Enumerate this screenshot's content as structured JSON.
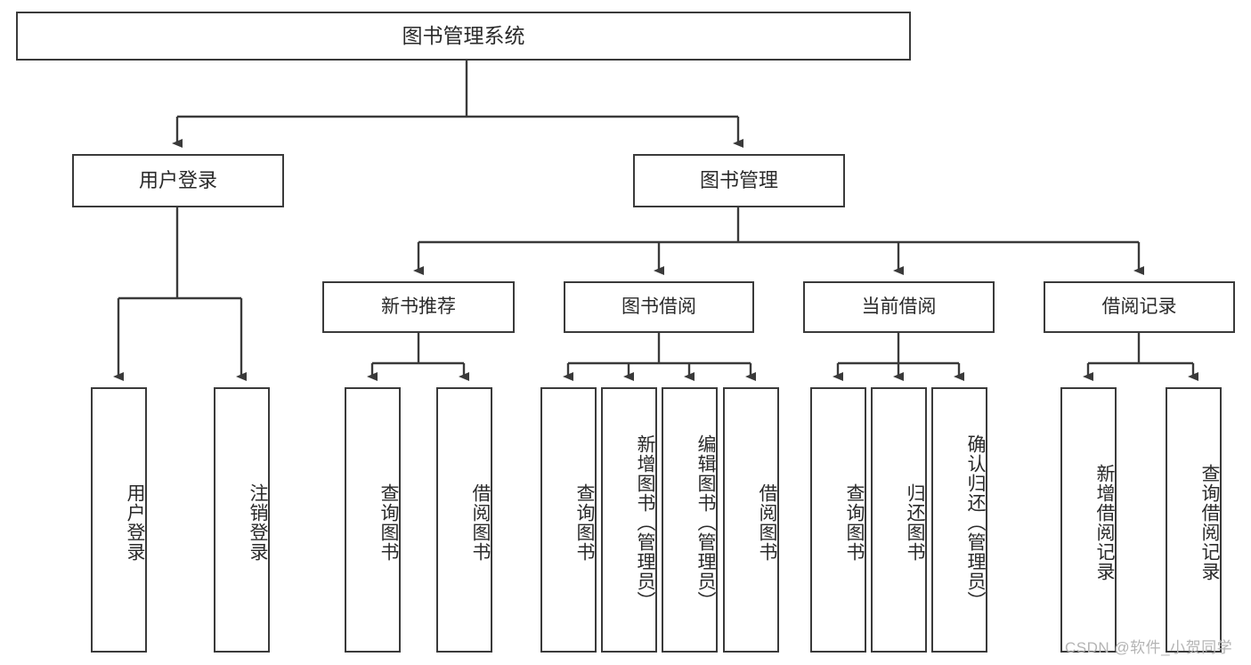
{
  "diagram": {
    "title": "图书管理系统",
    "type": "tree",
    "watermark": "CSDN @软件_小贺同学",
    "colors": {
      "box_border": "#3a3a3a",
      "box_fill": "#ffffff",
      "line": "#3a3a3a",
      "text": "#2a2a2a",
      "watermark": "#b4b4b4",
      "background": "#ffffff"
    },
    "root": {
      "label": "图书管理系统"
    },
    "level2": [
      {
        "label": "用户登录"
      },
      {
        "label": "图书管理"
      }
    ],
    "level3": [
      {
        "label": "新书推荐"
      },
      {
        "label": "图书借阅"
      },
      {
        "label": "当前借阅"
      },
      {
        "label": "借阅记录"
      }
    ],
    "leaves": {
      "user_login": [
        {
          "label": "用户登录"
        },
        {
          "label": "注销登录"
        }
      ],
      "new_book_recommend": [
        {
          "label": "查询图书"
        },
        {
          "label": "借阅图书"
        }
      ],
      "book_borrow": [
        {
          "label": "查询图书"
        },
        {
          "label": "新增图书（管理员）"
        },
        {
          "label": "编辑图书（管理员）"
        },
        {
          "label": "借阅图书"
        }
      ],
      "current_borrow": [
        {
          "label": "查询图书"
        },
        {
          "label": "归还图书"
        },
        {
          "label": "确认归还（管理员）"
        }
      ],
      "borrow_record": [
        {
          "label": "新增借阅记录"
        },
        {
          "label": "查询借阅记录"
        }
      ]
    }
  }
}
